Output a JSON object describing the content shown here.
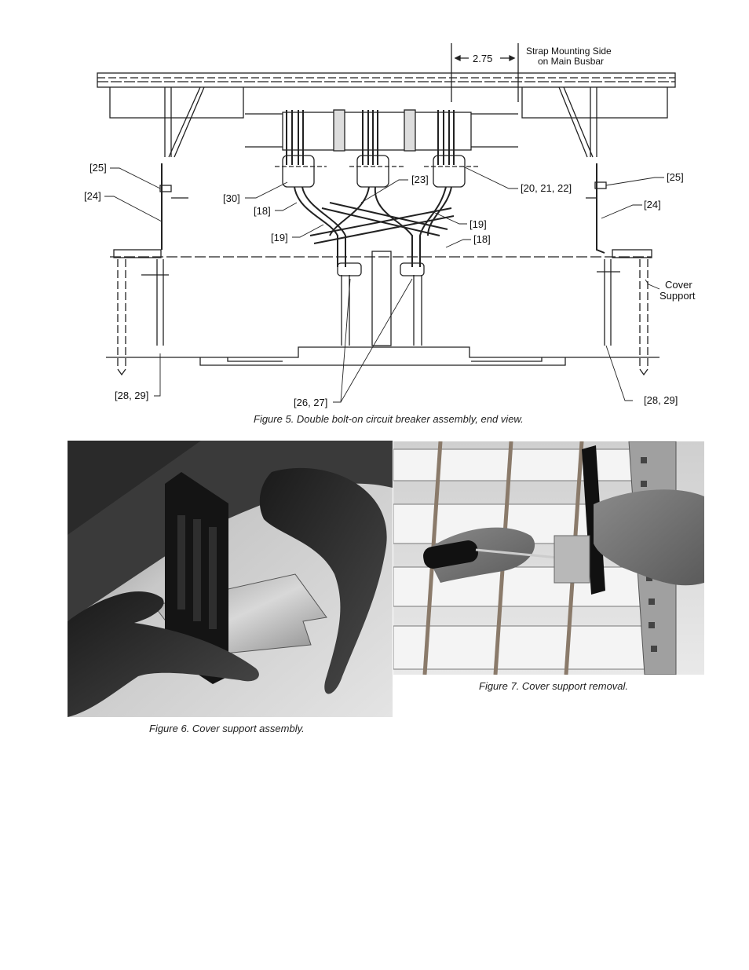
{
  "figure5": {
    "dimension": "2.75",
    "strap_note_line1": "Strap Mounting Side",
    "strap_note_line2": "on Main Busbar",
    "labels": {
      "l25_left": "[25]",
      "l24_left": "[24]",
      "l30": "[30]",
      "l18_left": "[18]",
      "l19_left": "[19]",
      "l23": "[23]",
      "l20_21_22": "[20, 21, 22]",
      "l19_right": "[19]",
      "l18_right": "[18]",
      "l25_right": "[25]",
      "l24_right": "[24]",
      "cover_support_1": "Cover",
      "cover_support_2": "Support",
      "l28_29_left": "[28, 29]",
      "l26_27": "[26, 27]",
      "l28_29_right": "[28, 29]"
    },
    "caption": "Figure 5. Double bolt-on circuit breaker assembly, end view."
  },
  "figure6": {
    "caption": "Figure 6. Cover support assembly."
  },
  "figure7": {
    "caption": "Figure 7. Cover support removal."
  }
}
